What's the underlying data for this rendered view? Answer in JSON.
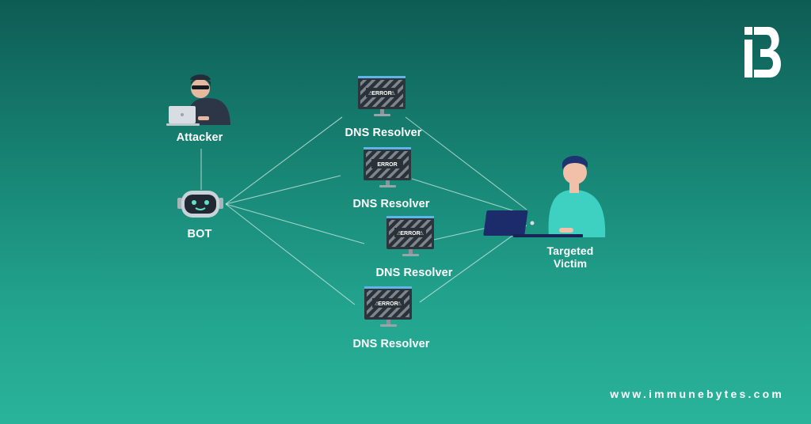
{
  "nodes": {
    "attacker": {
      "label": "Attacker"
    },
    "bot": {
      "label": "BOT"
    },
    "resolvers": [
      {
        "label": "DNS Resolver",
        "screen_text": "ERROR"
      },
      {
        "label": "DNS Resolver",
        "screen_text": "ERROR"
      },
      {
        "label": "DNS Resolver",
        "screen_text": "ERROR"
      },
      {
        "label": "DNS Resolver",
        "screen_text": "ERROR"
      }
    ],
    "victim": {
      "label": "Targeted Victim"
    }
  },
  "footer": {
    "url": "www.immunebytes.com"
  },
  "logo": {
    "text": "B"
  },
  "colors": {
    "background_top": "#0e5c54",
    "background_bottom": "#2ab39b",
    "connector": "#cfe9e3",
    "monitor_screen": "#3a4148",
    "monitor_frame": "#5fb4e8",
    "victim_shirt": "#3ed1c2",
    "attacker_hood": "#2c3646"
  }
}
